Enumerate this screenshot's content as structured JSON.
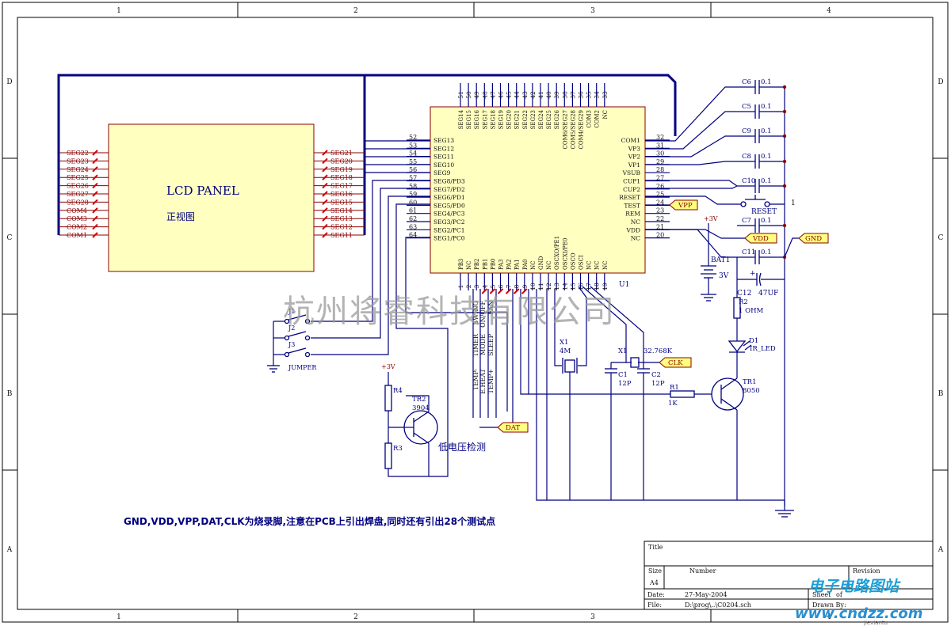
{
  "frame": {
    "columns": [
      "1",
      "2",
      "3",
      "4"
    ],
    "rows": [
      "D",
      "C",
      "B",
      "A"
    ]
  },
  "lcd": {
    "title": "LCD PANEL",
    "subtitle": "正视图",
    "left_pins": [
      "SEG22",
      "SEG23",
      "SEG24",
      "SEG25",
      "SEG26",
      "SEG27",
      "SEG28",
      "COM4",
      "COM3",
      "COM2",
      "COM1"
    ],
    "right_pins": [
      "SEG21",
      "SEG20",
      "SEG19",
      "SEG18",
      "SEG17",
      "SEG16",
      "SEG15",
      "SEG14",
      "SEG13",
      "SEG12",
      "SEG11"
    ]
  },
  "mcu": {
    "ref": "U1",
    "left_pins": [
      {
        "num": "52",
        "name": "SEG13"
      },
      {
        "num": "53",
        "name": "SEG12"
      },
      {
        "num": "54",
        "name": "SEG11"
      },
      {
        "num": "55",
        "name": "SEG10"
      },
      {
        "num": "56",
        "name": "SEG9"
      },
      {
        "num": "57",
        "name": "SEG8/PD3"
      },
      {
        "num": "58",
        "name": "SEG7/PD2"
      },
      {
        "num": "59",
        "name": "SEG6/PD1"
      },
      {
        "num": "60",
        "name": "SEG5/PD0"
      },
      {
        "num": "61",
        "name": "SEG4/PC3"
      },
      {
        "num": "62",
        "name": "SEG3/PC2"
      },
      {
        "num": "63",
        "name": "SEG2/PC1"
      },
      {
        "num": "64",
        "name": "SEG1/PC0"
      }
    ],
    "right_pins": [
      {
        "num": "32",
        "name": "COM1"
      },
      {
        "num": "31",
        "name": "VP3"
      },
      {
        "num": "30",
        "name": "VP2"
      },
      {
        "num": "29",
        "name": "VP1"
      },
      {
        "num": "28",
        "name": "VSUB"
      },
      {
        "num": "27",
        "name": "CUP1"
      },
      {
        "num": "26",
        "name": "CUP2"
      },
      {
        "num": "25",
        "name": "RESET"
      },
      {
        "num": "24",
        "name": "TEST"
      },
      {
        "num": "23",
        "name": "REM"
      },
      {
        "num": "22",
        "name": "NC"
      },
      {
        "num": "21",
        "name": "VDD"
      },
      {
        "num": "20",
        "name": "NC"
      }
    ],
    "top_pins": [
      {
        "num": "51",
        "name": "SEG14"
      },
      {
        "num": "50",
        "name": "SEG15"
      },
      {
        "num": "49",
        "name": "SEG16"
      },
      {
        "num": "48",
        "name": "SEG17"
      },
      {
        "num": "47",
        "name": "SEG18"
      },
      {
        "num": "46",
        "name": "SEG19"
      },
      {
        "num": "45",
        "name": "SEG20"
      },
      {
        "num": "44",
        "name": "SEG21"
      },
      {
        "num": "43",
        "name": "SEG22"
      },
      {
        "num": "42",
        "name": "SEG23"
      },
      {
        "num": "41",
        "name": "SEG24"
      },
      {
        "num": "40",
        "name": "SEG25"
      },
      {
        "num": "39",
        "name": "SEG26"
      },
      {
        "num": "38",
        "name": "COM6/SEG27"
      },
      {
        "num": "37",
        "name": "COM5/SEG28"
      },
      {
        "num": "36",
        "name": "COM4/SEG29"
      },
      {
        "num": "35",
        "name": "COM3"
      },
      {
        "num": "34",
        "name": "COM2"
      },
      {
        "num": "33",
        "name": "NC"
      }
    ],
    "bottom_pins": [
      {
        "num": "1",
        "name": "PB3"
      },
      {
        "num": "2",
        "name": "NC"
      },
      {
        "num": "3",
        "name": "PB2"
      },
      {
        "num": "4",
        "name": "PB1"
      },
      {
        "num": "5",
        "name": "PB0"
      },
      {
        "num": "6",
        "name": "PA3"
      },
      {
        "num": "7",
        "name": "PA2"
      },
      {
        "num": "8",
        "name": "PA1"
      },
      {
        "num": "9",
        "name": "PA0"
      },
      {
        "num": "10",
        "name": "NC"
      },
      {
        "num": "11",
        "name": "GND"
      },
      {
        "num": "12",
        "name": "NC"
      },
      {
        "num": "13",
        "name": "OSCXO/PE1"
      },
      {
        "num": "14",
        "name": "OSCXI/PE0"
      },
      {
        "num": "15",
        "name": "OSCO"
      },
      {
        "num": "16",
        "name": "OSCI"
      },
      {
        "num": "17",
        "name": "NC"
      },
      {
        "num": "18",
        "name": "NC"
      },
      {
        "num": "19",
        "name": "NC"
      }
    ]
  },
  "capacitors": [
    {
      "ref": "C6",
      "value": "0.1"
    },
    {
      "ref": "C5",
      "value": "0.1"
    },
    {
      "ref": "C9",
      "value": "0.1"
    },
    {
      "ref": "C8",
      "value": "0.1"
    },
    {
      "ref": "C10",
      "value": "0.1"
    },
    {
      "ref": "C7",
      "value": "0.1"
    },
    {
      "ref": "C11",
      "value": "0.1"
    }
  ],
  "ports": {
    "vpp": "VPP",
    "vdd": "VDD",
    "gnd": "GND",
    "clk": "CLK",
    "dat": "DAT"
  },
  "reset": {
    "label": "RESET",
    "pin": "1"
  },
  "battery": {
    "ref": "BAT1",
    "value": "3V",
    "rail": "+3V"
  },
  "c12": {
    "ref": "C12",
    "value": "47UF",
    "sign": "+"
  },
  "r2": {
    "ref": "R2",
    "value": "1 OHM"
  },
  "d1": {
    "ref": "D1",
    "value": "IR_LED"
  },
  "tr1": {
    "ref": "TR1",
    "value": "8050"
  },
  "r1": {
    "ref": "R1",
    "value": "1K"
  },
  "x4m": {
    "ref": "X1",
    "value": "4M"
  },
  "x32": {
    "ref": "X1",
    "value": "32.768K"
  },
  "c1": {
    "ref": "C1",
    "value": "12P"
  },
  "c2": {
    "ref": "C2",
    "value": "12P"
  },
  "tr2": {
    "ref": "TR2",
    "value": "3904",
    "rail": "+3V",
    "r_top": "R4",
    "r_bottom": "R3",
    "caption": "低电压检测"
  },
  "jumpers": {
    "refs": [
      "J1",
      "J2",
      "J3"
    ],
    "label": "JUMPER"
  },
  "bottom_nets": [
    "SWING",
    "ON/OFF",
    "FAN",
    "TIMER",
    "MODE",
    "SLEEP",
    "TEMP-",
    "E.HEAT",
    "TEMP+"
  ],
  "note": "GND,VDD,VPP,DAT,CLK为烧录脚,注意在PCB上引出焊盘,同时还有引出28个测试点",
  "watermark": "杭州将睿科技有限公司",
  "title_block": {
    "title_label": "Title",
    "size_label": "Size",
    "size_value": "A4",
    "number_label": "Number",
    "revision_label": "Revision",
    "date_label": "Date:",
    "date_value": "27-May-2004",
    "sheet_label": "Sheet",
    "sheet_of": "of",
    "file_label": "File:",
    "file_value": "D:\\prog\\..\\C0204.sch",
    "drawn_label": "Drawn By:"
  },
  "brand": {
    "cn": "电子电路图站",
    "url": "www.cndzz.com",
    "small": "jiexiantu"
  }
}
